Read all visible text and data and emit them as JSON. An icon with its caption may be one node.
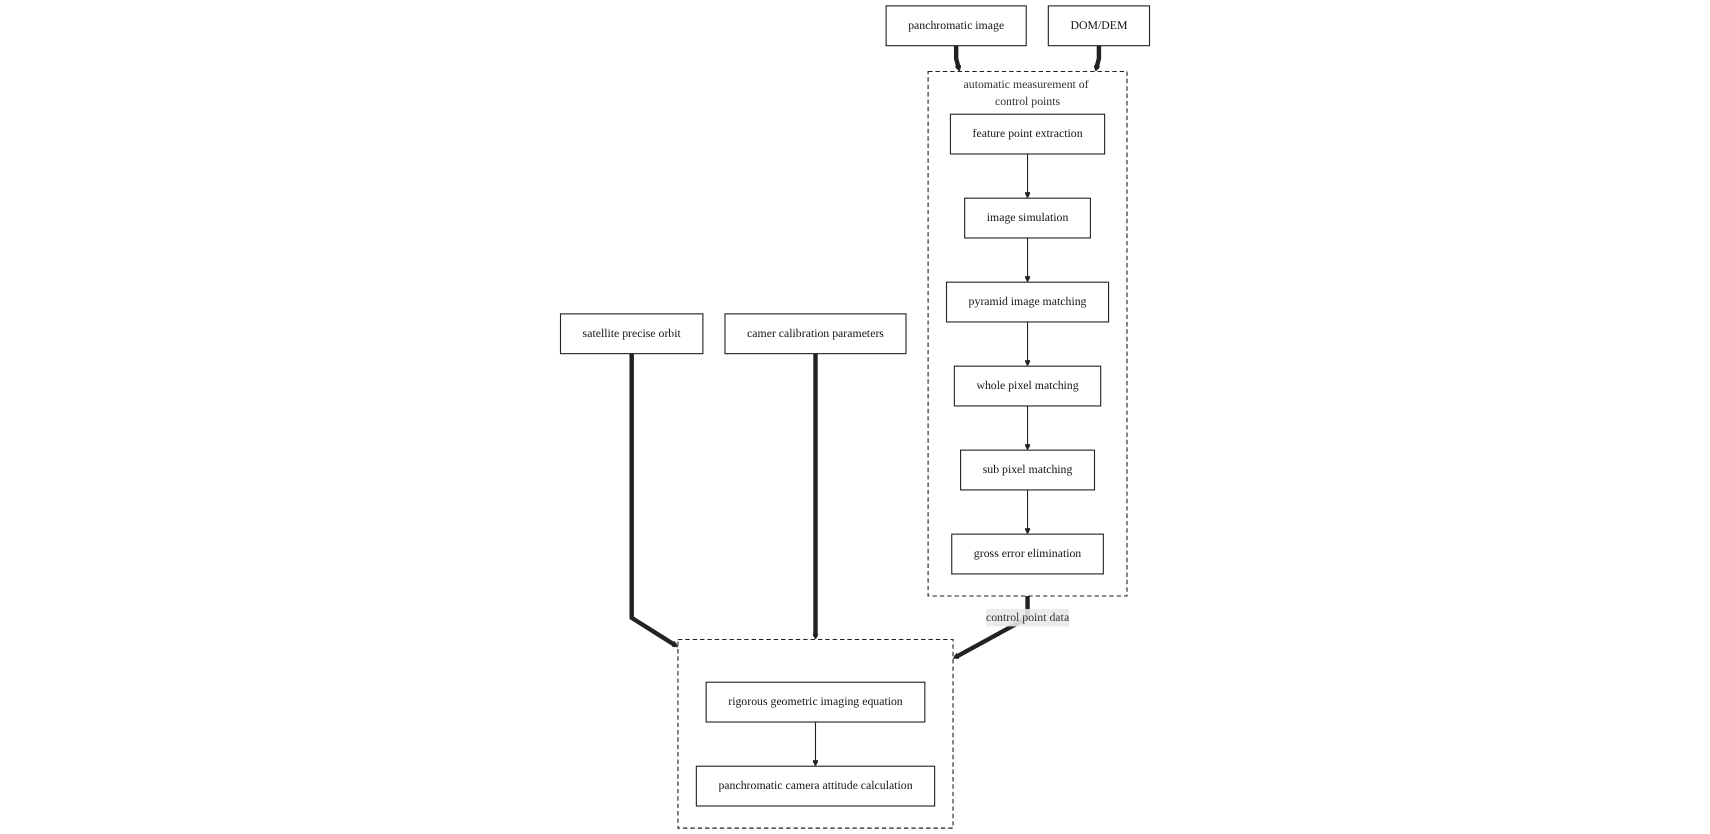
{
  "diagram": {
    "nodes": [
      {
        "text": [
          "panchromatic image"
        ]
      },
      {
        "text": [
          "DOM/DEM"
        ]
      },
      {
        "text": [
          "satellite precise orbit"
        ]
      },
      {
        "text": [
          "camer calibration parameters"
        ]
      },
      {
        "text": [
          "automatic measurement of control points"
        ]
      },
      {
        "text": [
          "feature point extraction"
        ],
        "in": 4
      },
      {
        "text": [
          "image simulation"
        ],
        "in": 4
      },
      {
        "text": [
          "pyramid image matching"
        ],
        "in": 4
      },
      {
        "text": [
          "whole pixel matching"
        ],
        "in": 4
      },
      {
        "text": [
          "sub pixel matching"
        ],
        "in": 4
      },
      {
        "text": [
          "gross error elimination"
        ],
        "in": 4
      },
      {
        "text": [],
        "shape": "box"
      },
      {
        "text": [
          "rigorous geometric imaging equation"
        ],
        "in": 11
      },
      {
        "text": [
          "panchromatic camera attitude calculation"
        ],
        "in": 11
      }
    ],
    "edges": [
      {
        "from": 0,
        "to": 4,
        "arrow": "to",
        "style": "thick"
      },
      {
        "from": 1,
        "to": 4,
        "arrow": "to",
        "style": "thick"
      },
      {
        "from": 2,
        "to": 11,
        "arrow": "to",
        "style": "thick"
      },
      {
        "from": 3,
        "to": 11,
        "arrow": "to",
        "style": "thick"
      },
      {
        "from": 5,
        "to": 6,
        "arrow": "to"
      },
      {
        "from": 6,
        "to": 7,
        "arrow": "to"
      },
      {
        "from": 7,
        "to": 8,
        "arrow": "to"
      },
      {
        "from": 8,
        "to": 9,
        "arrow": "to"
      },
      {
        "from": 9,
        "to": 10,
        "arrow": "to"
      },
      {
        "from": 4,
        "to": 11,
        "arrow": "to",
        "label": "control point data",
        "style": "thick"
      },
      {
        "from": 12,
        "to": 13,
        "arrow": "to"
      }
    ]
  }
}
